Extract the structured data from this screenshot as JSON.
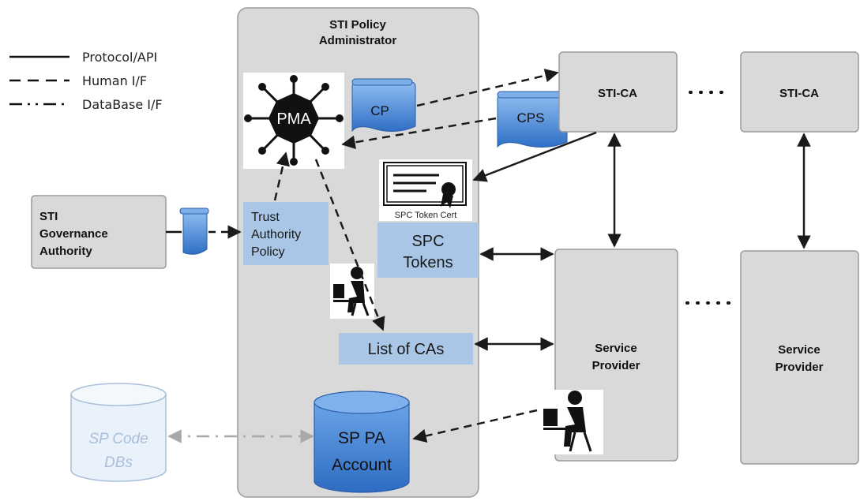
{
  "legend": {
    "protocol": "Protocol/API",
    "human": "Human I/F",
    "database": "DataBase I/F"
  },
  "pa": {
    "title_line1": "STI Policy",
    "title_line2": "Administrator"
  },
  "pma": {
    "label": "PMA"
  },
  "cp": {
    "label": "CP"
  },
  "cps": {
    "label": "CPS"
  },
  "sti_ca_1": {
    "label": "STI-CA"
  },
  "sti_ca_2": {
    "label": "STI-CA"
  },
  "governance": {
    "line1": "STI",
    "line2": "Governance",
    "line3": "Authority"
  },
  "trust_policy": {
    "line1": "Trust",
    "line2": "Authority",
    "line3": "Policy"
  },
  "cert": {
    "label": "SPC Token Cert"
  },
  "spc_tokens": {
    "line1": "SPC",
    "line2": "Tokens"
  },
  "list_cas": {
    "label": "List of CAs"
  },
  "sp_1": {
    "line1": "Service",
    "line2": "Provider"
  },
  "sp_2": {
    "line1": "Service",
    "line2": "Provider"
  },
  "sp_pa_account": {
    "line1": "SP PA",
    "line2": "Account"
  },
  "sp_code_dbs": {
    "line1": "SP Code",
    "line2": "DBs"
  },
  "colors": {
    "box_fill": "#d9d9d9",
    "box_stroke": "#9a9a9a",
    "light_blue": "#a9c6e6",
    "blue_accent": "#3a78c8"
  }
}
